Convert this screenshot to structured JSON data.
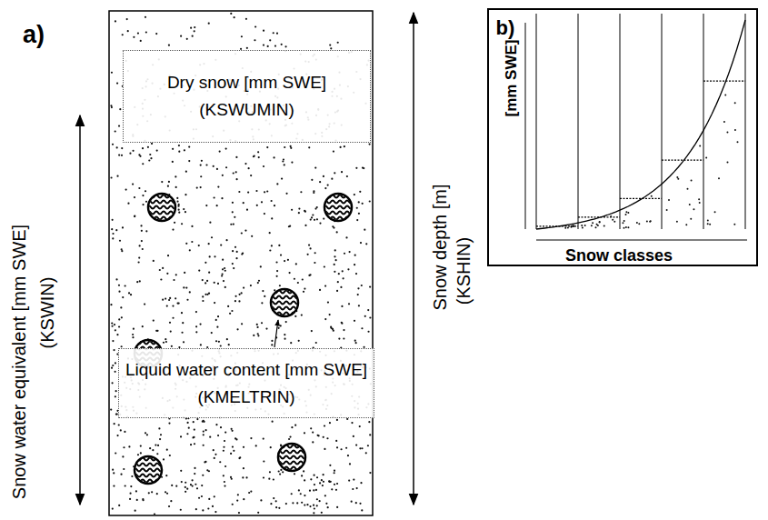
{
  "diagram": {
    "nodes": [
      {
        "text": [
          "Dry snow [mm SWE]",
          "(KSWUMIN)"
        ]
      },
      {
        "text": [
          "Liquid water content [mm SWE]",
          "(KMELTRIN)"
        ]
      }
    ],
    "labels": [
      "a)",
      "b)",
      "Snow water equivalent [mm SWE]",
      "(KSWIN)",
      "Snow depth [m]",
      "(KSHIN)",
      "[mm SWE]",
      "Snow classes"
    ]
  }
}
